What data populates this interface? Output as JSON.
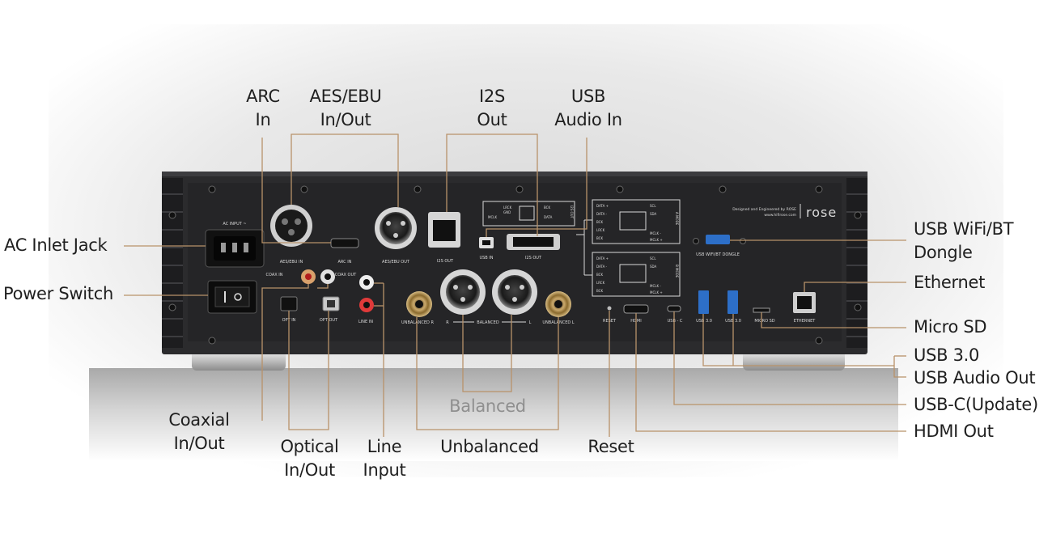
{
  "product": {
    "brand": "rose",
    "credit_line1": "Designed and Engineered by ROSE",
    "credit_line2": "www.hifirose.com"
  },
  "panel_text": {
    "ac_input": "AC INPUT ~",
    "aes_ebu_in": "AES/EBU IN",
    "arc_in": "ARC IN",
    "aes_ebu_out": "AES/EBU OUT",
    "i2s_out": "I2S OUT",
    "usb_in": "USB IN",
    "i2s_out_2": "I2S OUT",
    "usb_wifi_bt": "USB WIFI/BT DONGLE",
    "coax_in": "COAX IN",
    "coax_out": "COAX OUT",
    "opt_in": "OPT IN",
    "opt_out": "OPT OUT",
    "line_in": "LINE IN",
    "unbalanced_r": "UNBALANCED R",
    "balanced_r": "R",
    "balanced": "BALANCED",
    "balanced_l": "L",
    "unbalanced_l": "UNBALANCED L",
    "reset": "RESET",
    "hdmi": "HDMI",
    "usb_c": "USB - C",
    "usb30_a": "USB 3.0",
    "usb30_b": "USB 3.0",
    "micro_sd": "MICRO SD",
    "ethernet": "ETHERNET",
    "pin_data_plus": "DATA +",
    "pin_data_minus": "DATA -",
    "pin_bck": "BCK",
    "pin_lrck": "LRCK",
    "pin_scl": "SCL",
    "pin_sda": "SDA",
    "pin_mclk_minus": "MCLK -",
    "pin_mclk_plus": "MCLK +",
    "pin_gnd": "GND",
    "pin_mclk": "MCLK",
    "pin_data": "DATA",
    "mode_a": "A MODE",
    "mode_b": "B MODE"
  },
  "labels": {
    "arc": {
      "line1": "ARC",
      "line2": "In"
    },
    "aes": {
      "line1": "AES/EBU",
      "line2": "In/Out"
    },
    "i2s": {
      "line1": "I2S",
      "line2": "Out"
    },
    "usb_audio_in": {
      "line1": "USB",
      "line2": "Audio In"
    },
    "ac_inlet": "AC Inlet Jack",
    "power_switch": "Power Switch",
    "wifi_bt": {
      "line1": "USB WiFi/BT",
      "line2": "Dongle"
    },
    "ethernet": "Ethernet",
    "micro_sd": "Micro SD",
    "usb30": "USB 3.0",
    "usb_audio_out": "USB Audio Out",
    "usb_c": "USB-C(Update)",
    "hdmi_out": "HDMI Out",
    "coaxial": {
      "line1": "Coaxial",
      "line2": "In/Out"
    },
    "optical": {
      "line1": "Optical",
      "line2": "In/Out"
    },
    "line_input": {
      "line1": "Line",
      "line2": "Input"
    },
    "unbalanced": "Unbalanced",
    "reset": "Reset",
    "balanced": "Balanced"
  },
  "colors": {
    "leader_line": "#b8926a",
    "chassis": "#2a2a2c",
    "background": "#ffffff",
    "label_text": "#1f1f1f"
  }
}
